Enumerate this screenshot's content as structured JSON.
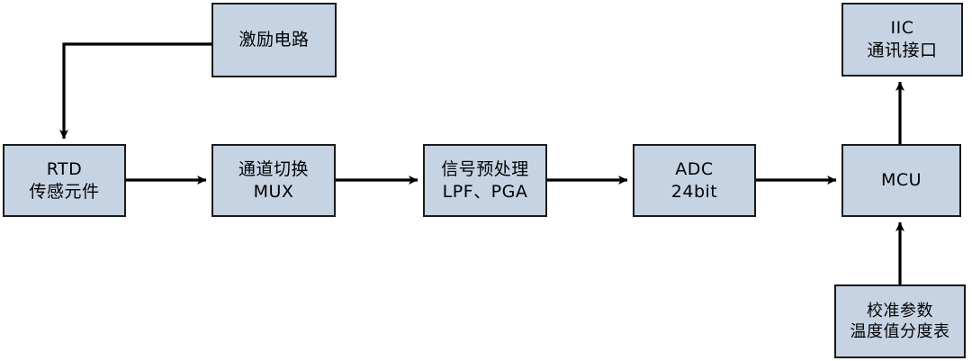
{
  "diagram": {
    "title": "RTD temperature measurement signal chain block diagram",
    "colors": {
      "node_fill": "#c6d3e3",
      "node_border": "#1a1a1a",
      "edge": "#000000",
      "background": "#ffffff"
    },
    "nodes": [
      {
        "id": "excitation",
        "line1": "激励电路",
        "line2": ""
      },
      {
        "id": "rtd",
        "line1": "RTD",
        "line2": "传感元件"
      },
      {
        "id": "mux",
        "line1": "通道切换",
        "line2": "MUX"
      },
      {
        "id": "signal",
        "line1": "信号预处理",
        "line2": "LPF、PGA"
      },
      {
        "id": "adc",
        "line1": "ADC",
        "line2": "24bit"
      },
      {
        "id": "mcu",
        "line1": "MCU",
        "line2": ""
      },
      {
        "id": "iic",
        "line1": "IIC",
        "line2": "通讯接口"
      },
      {
        "id": "calib",
        "line1": "校准参数",
        "line2": "温度值分度表"
      }
    ],
    "edges": [
      {
        "id": "excitation-to-rtd",
        "from": "excitation",
        "to": "rtd",
        "style": "elbow",
        "direction": "down"
      },
      {
        "id": "rtd-to-mux",
        "from": "rtd",
        "to": "mux",
        "style": "straight",
        "direction": "right"
      },
      {
        "id": "mux-to-signal",
        "from": "mux",
        "to": "signal",
        "style": "straight",
        "direction": "right"
      },
      {
        "id": "signal-to-adc",
        "from": "signal",
        "to": "adc",
        "style": "straight",
        "direction": "right"
      },
      {
        "id": "adc-to-mcu",
        "from": "adc",
        "to": "mcu",
        "style": "straight",
        "direction": "right"
      },
      {
        "id": "mcu-to-iic",
        "from": "mcu",
        "to": "iic",
        "style": "straight",
        "direction": "up"
      },
      {
        "id": "calib-to-mcu",
        "from": "calib",
        "to": "mcu",
        "style": "straight",
        "direction": "up"
      }
    ]
  }
}
